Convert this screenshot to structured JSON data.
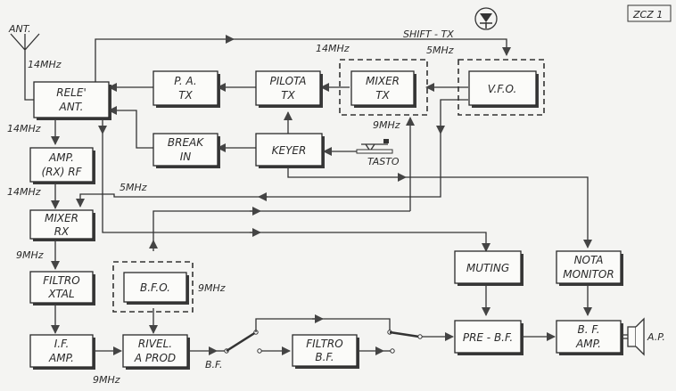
{
  "diagram": {
    "tag": "ZCZ 1",
    "blocks": {
      "rele": [
        "RELE'",
        "ANT."
      ],
      "pa": [
        "P. A.",
        "TX"
      ],
      "pilota": [
        "PILOTA",
        "TX"
      ],
      "mixer_tx": [
        "MIXER",
        "TX"
      ],
      "vfo": [
        "V.F.O."
      ],
      "amp_rf": [
        "AMP.",
        "(RX) RF"
      ],
      "break_in": [
        "BREAK",
        "IN"
      ],
      "keyer": [
        "KEYER"
      ],
      "mixer_rx": [
        "MIXER",
        "RX"
      ],
      "filtro_xtal": [
        "FILTRO",
        "XTAL"
      ],
      "bfo": [
        "B.F.O."
      ],
      "if_amp": [
        "I.F.",
        "AMP."
      ],
      "rivel": [
        "RIVEL.",
        "A  PROD"
      ],
      "filtro_bf": [
        "FILTRO",
        "B.F."
      ],
      "muting": [
        "MUTING"
      ],
      "nota": [
        "NOTA",
        "MONITOR"
      ],
      "pre_bf": [
        "PRE - B.F."
      ],
      "bf_amp": [
        "B. F.",
        "AMP."
      ]
    },
    "labels": {
      "ant": "ANT.",
      "ant_freq": "14MHz",
      "rele_out_freq": "14MHz",
      "rf_out_freq": "14MHz",
      "mixer_rx_lo": "5MHz",
      "mixer_rx_out": "9MHz",
      "bfo_freq": "9MHz",
      "if_freq": "9MHz",
      "bf": "B.F.",
      "mixer_tx_out": "14MHz",
      "mixer_tx_in": "5MHz",
      "mixer_tx_if": "9MHz",
      "shift": "SHIFT - TX",
      "tasto": "TASTO",
      "speaker": "A.P."
    }
  }
}
